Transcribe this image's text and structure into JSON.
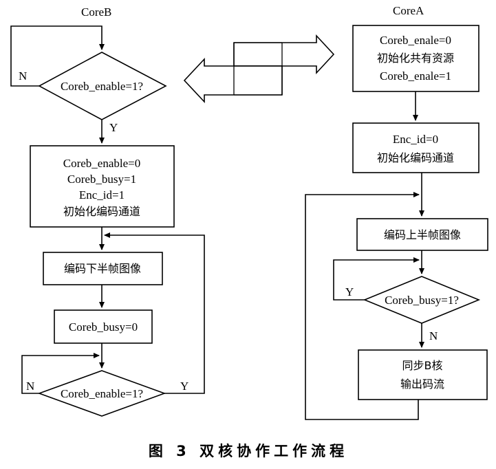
{
  "coreB": {
    "title": "CoreB",
    "check_enable": "Coreb_enable=1?",
    "no_label": "N",
    "yes_label": "Y",
    "init_lines": [
      "Coreb_enable=0",
      "Coreb_busy=1",
      "Enc_id=1",
      "初始化编码通道"
    ],
    "encode": "编码下半帧图像",
    "set_busy": "Coreb_busy=0",
    "check_enable_loop": "Coreb_enable=1?",
    "loop_no_label": "N",
    "loop_yes_label": "Y"
  },
  "coreA": {
    "title": "CoreA",
    "init_shared_lines": [
      "Coreb_enale=0",
      "初始化共有资源",
      "Coreb_enale=1"
    ],
    "init_channel_lines": [
      "Enc_id=0",
      "初始化编码通道"
    ],
    "encode": "编码上半帧图像",
    "check_busy": "Coreb_busy=1?",
    "yes_label": "Y",
    "no_label": "N",
    "sync_lines": [
      "同步B核",
      "输出码流"
    ]
  },
  "caption": "图 3  双核协作工作流程"
}
